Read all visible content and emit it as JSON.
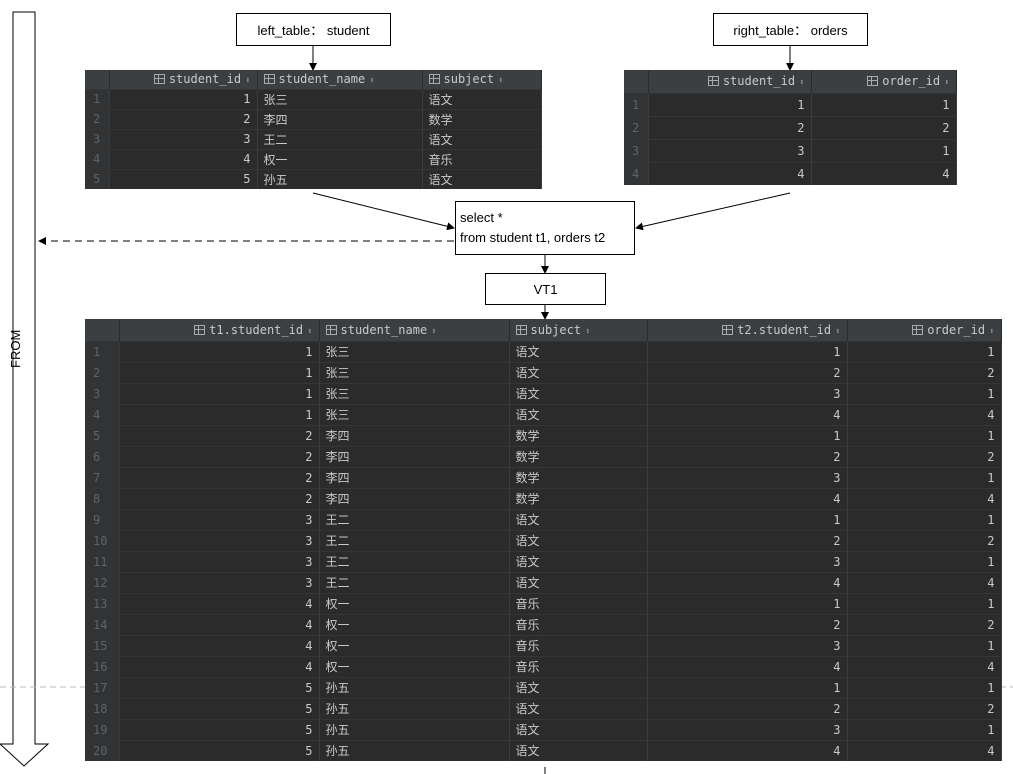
{
  "left_label": "left_table： student",
  "right_label": "right_table： orders",
  "sql": [
    "select *",
    "from student t1, orders t2"
  ],
  "vt_label": "VT1",
  "from_label": "FROM",
  "student_table": {
    "columns": [
      "student_id",
      "student_name",
      "subject"
    ],
    "rows": [
      [
        "1",
        "1",
        "张三",
        "语文"
      ],
      [
        "2",
        "2",
        "李四",
        "数学"
      ],
      [
        "3",
        "3",
        "王二",
        "语文"
      ],
      [
        "4",
        "4",
        "权一",
        "音乐"
      ],
      [
        "5",
        "5",
        "孙五",
        "语文"
      ]
    ]
  },
  "orders_table": {
    "columns": [
      "student_id",
      "order_id"
    ],
    "rows": [
      [
        "1",
        "1",
        "1"
      ],
      [
        "2",
        "2",
        "2"
      ],
      [
        "3",
        "3",
        "1"
      ],
      [
        "4",
        "4",
        "4"
      ]
    ]
  },
  "vt1_table": {
    "columns": [
      "t1.student_id",
      "student_name",
      "subject",
      "t2.student_id",
      "order_id"
    ],
    "rows": [
      [
        "1",
        "1",
        "张三",
        "语文",
        "1",
        "1"
      ],
      [
        "2",
        "1",
        "张三",
        "语文",
        "2",
        "2"
      ],
      [
        "3",
        "1",
        "张三",
        "语文",
        "3",
        "1"
      ],
      [
        "4",
        "1",
        "张三",
        "语文",
        "4",
        "4"
      ],
      [
        "5",
        "2",
        "李四",
        "数学",
        "1",
        "1"
      ],
      [
        "6",
        "2",
        "李四",
        "数学",
        "2",
        "2"
      ],
      [
        "7",
        "2",
        "李四",
        "数学",
        "3",
        "1"
      ],
      [
        "8",
        "2",
        "李四",
        "数学",
        "4",
        "4"
      ],
      [
        "9",
        "3",
        "王二",
        "语文",
        "1",
        "1"
      ],
      [
        "10",
        "3",
        "王二",
        "语文",
        "2",
        "2"
      ],
      [
        "11",
        "3",
        "王二",
        "语文",
        "3",
        "1"
      ],
      [
        "12",
        "3",
        "王二",
        "语文",
        "4",
        "4"
      ],
      [
        "13",
        "4",
        "权一",
        "音乐",
        "1",
        "1"
      ],
      [
        "14",
        "4",
        "权一",
        "音乐",
        "2",
        "2"
      ],
      [
        "15",
        "4",
        "权一",
        "音乐",
        "3",
        "1"
      ],
      [
        "16",
        "4",
        "权一",
        "音乐",
        "4",
        "4"
      ],
      [
        "17",
        "5",
        "孙五",
        "语文",
        "1",
        "1"
      ],
      [
        "18",
        "5",
        "孙五",
        "语文",
        "2",
        "2"
      ],
      [
        "19",
        "5",
        "孙五",
        "语文",
        "3",
        "1"
      ],
      [
        "20",
        "5",
        "孙五",
        "语文",
        "4",
        "4"
      ]
    ]
  }
}
